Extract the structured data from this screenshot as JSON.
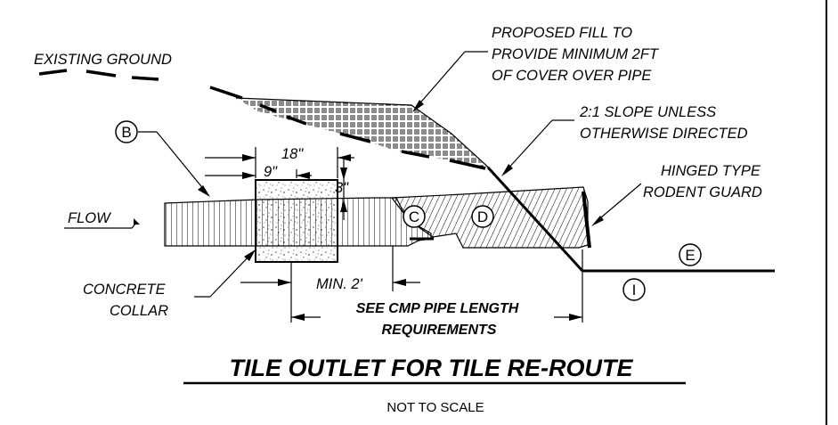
{
  "title": "TILE OUTLET FOR TILE RE-ROUTE",
  "subtitle": "NOT TO SCALE",
  "labels": {
    "existing_ground": "EXISTING GROUND",
    "fill_line1": "PROPOSED FILL TO",
    "fill_line2": "PROVIDE MINIMUM 2FT",
    "fill_line3": "OF COVER OVER PIPE",
    "slope_line1": "2:1 SLOPE UNLESS",
    "slope_line2": "OTHERWISE DIRECTED",
    "guard_line1": "HINGED TYPE",
    "guard_line2": "RODENT GUARD",
    "flow": "FLOW",
    "collar_line1": "CONCRETE",
    "collar_line2": "COLLAR",
    "min": "MIN. 2'",
    "cmp_line1": "SEE CMP PIPE LENGTH",
    "cmp_line2": "REQUIREMENTS",
    "dim_18": "18\"",
    "dim_9": "9\"",
    "dim_3": "3\""
  },
  "callouts": {
    "b": "B",
    "c": "C",
    "d": "D",
    "e": "E",
    "i": "I"
  }
}
